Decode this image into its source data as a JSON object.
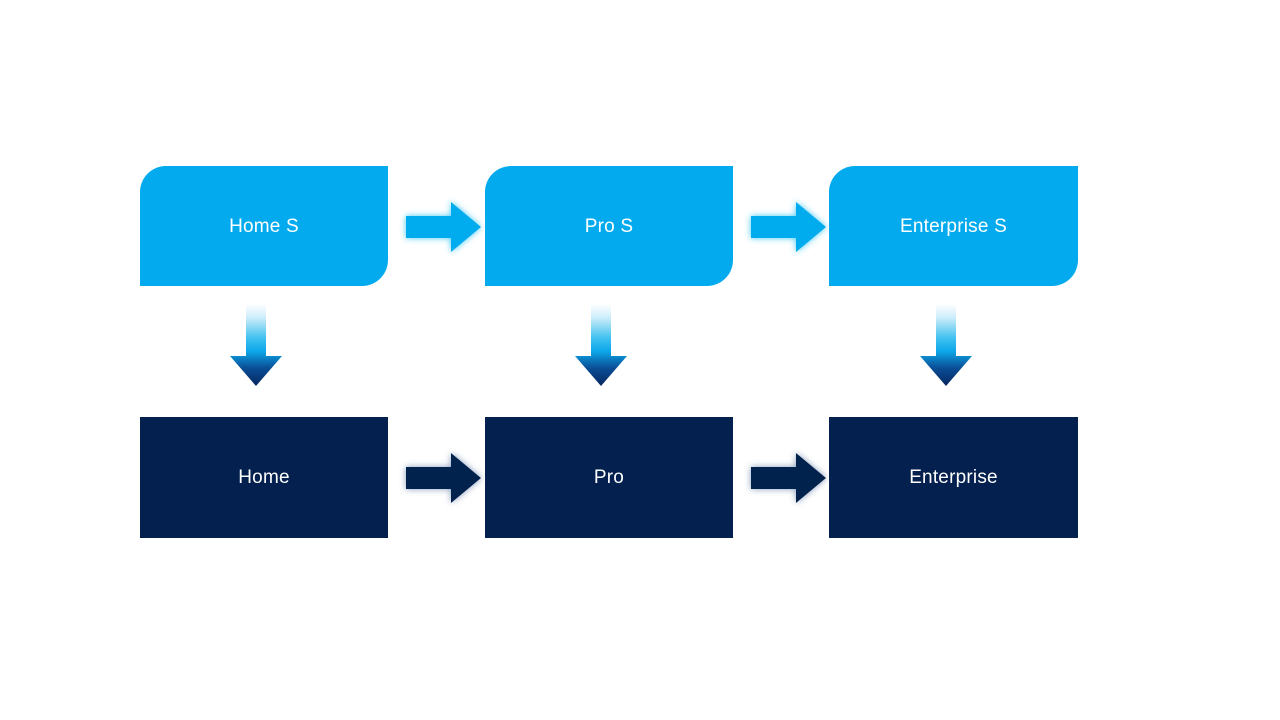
{
  "diagram": {
    "type": "two-row process flow",
    "background_color": "#FFFFFF",
    "palette": {
      "service_tier": "#03ABEE",
      "product_tier": "#04204E",
      "label_text": "#FFFFFF",
      "vertical_arrow_gradient_top": "#FFFFFF",
      "vertical_arrow_gradient_mid": "#0BA6E8",
      "vertical_arrow_gradient_bottom": "#052760"
    },
    "rows": [
      {
        "name": "service-row",
        "tier": "service",
        "nodes": [
          {
            "id": "home-s",
            "label": "Home S"
          },
          {
            "id": "pro-s",
            "label": "Pro S"
          },
          {
            "id": "enterprise-s",
            "label": "Enterprise S"
          }
        ],
        "connectors": [
          {
            "id": "home-s-to-pro-s",
            "from": "home-s",
            "to": "pro-s",
            "direction": "right"
          },
          {
            "id": "pro-s-to-enterprise-s",
            "from": "pro-s",
            "to": "enterprise-s",
            "direction": "right"
          }
        ]
      },
      {
        "name": "product-row",
        "tier": "product",
        "nodes": [
          {
            "id": "home",
            "label": "Home"
          },
          {
            "id": "pro",
            "label": "Pro"
          },
          {
            "id": "enterprise",
            "label": "Enterprise"
          }
        ],
        "connectors": [
          {
            "id": "home-to-pro",
            "from": "home",
            "to": "pro",
            "direction": "right"
          },
          {
            "id": "pro-to-enterprise",
            "from": "pro",
            "to": "enterprise",
            "direction": "right"
          }
        ]
      }
    ],
    "cross_row_connectors": [
      {
        "id": "home-s-to-home",
        "from": "home-s",
        "to": "home",
        "direction": "down"
      },
      {
        "id": "pro-s-to-pro",
        "from": "pro-s",
        "to": "pro",
        "direction": "down"
      },
      {
        "id": "enterprise-s-to-enterprise",
        "from": "enterprise-s",
        "to": "enterprise",
        "direction": "down"
      }
    ],
    "icons": {
      "right_arrow": "arrow-right-icon",
      "down_arrow": "arrow-down-icon"
    }
  }
}
